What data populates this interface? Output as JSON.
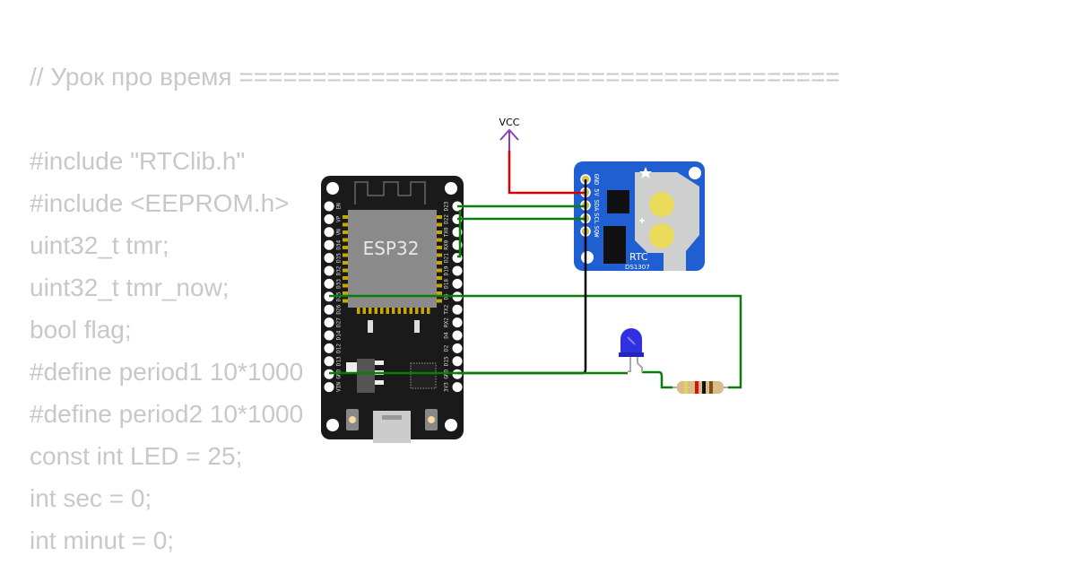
{
  "code_lines": [
    "// Урок про время =========================================",
    "",
    "#include \"RTClib.h\"",
    "#include <EEPROM.h>",
    "uint32_t tmr;",
    "uint32_t tmr_now;",
    "bool flag;",
    "#define period1 10*1000",
    "#define period2 10*1000",
    "const int LED = 25;",
    "int sec = 0;",
    "int minut = 0;"
  ],
  "esp32": {
    "label": "ESP32",
    "left_pins": [
      "EN",
      "VP",
      "VN",
      "D34",
      "D35",
      "D32",
      "D33",
      "D25",
      "D26",
      "D27",
      "D14",
      "D12",
      "D13",
      "GND",
      "VIN"
    ],
    "right_pins": [
      "D23",
      "D22",
      "TX0",
      "RX0",
      "D21",
      "D19",
      "D18",
      "D5",
      "TX2",
      "RX2",
      "D4",
      "D2",
      "D15",
      "GND",
      "3V3"
    ]
  },
  "rtc": {
    "title": "RTC",
    "model": "DS1307",
    "pins": [
      "GND",
      "5V",
      "SDA",
      "SCL",
      "SQW"
    ]
  },
  "vcc_label": "VCC",
  "colors": {
    "board": "#1a1a1a",
    "rtc": "#1f5fd1",
    "wire_green": "#0a7d0a",
    "wire_red": "#d40000",
    "wire_black": "#000000",
    "vcc": "#8e3fb5",
    "led": "#3030e0"
  }
}
